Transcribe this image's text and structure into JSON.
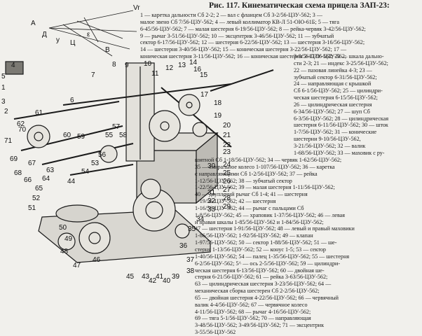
{
  "figure": {
    "title": "Рис. 117. Кинематическая схема прицела ЗАП-23:",
    "legend_full": [
      "1 — каретка дальности Сб 2-2; 2 — вал с фланцем Сб 3-2/56-ЦЗУ-562; 3 —",
      "малое звено Сб 7/56-ЦЗУ-562; 4 — левый коллиматор КВ-Л 51-ОЮ-61Б; 5 — тяга",
      "6-45/56-ЦЗУ-562; 7 — малая шестерня 6-19/56-ЦЗУ-562; 8 — рейка-червяк 3-42/56-ЦЗУ-562;",
      "9 — рычаг 3-51/56-ЦЗУ-562; 10 — эксцентрик 3-46/56-ЦЗУ-562; 11 — зубчатый",
      "сектор 6-17/56-ЦЗУ-562; 12 — шестерня 6-22/56-ЦЗУ-562; 13 — шестерня 3-16/56-ЦЗУ-562;",
      "14 — шестерня 3-40/56-ЦЗУ-562; 15 — коническая шестерня 3-22/56-ЦЗУ-562; 17 —",
      "коническая шестерня 3-11/56-ЦЗУ-562; 16 — коническая шестерня 3-17/56-ЦЗУ-562;"
    ],
    "legend_right": [
      "3-9/56-ЦЗУ-562; 20 — шкала дально-",
      "сти 2-3; 21 — индекс 3-25/56-ЦЗУ-562;",
      "22 — пазовая линейка 4-3; 23 —",
      "зубчатый сектор 6-31/56-ЦЗУ-562;",
      "24 — направляющая с крышкой",
      "Сб 6-1/56-ЦЗУ-562; 25 — цилиндри-",
      "ческая шестерня 6-15/56-ЦЗУ-562;",
      "26 — цилиндрическая шестерня",
      "6-34/56-ЦЗУ-562; 27 — шуп Сб",
      "6-3/56-ЦЗУ-562; 28 — цилиндрическая",
      "шестерня 6-11/56-ЦЗУ-562; 30 — шток",
      "1-7/56-ЦЗУ-562; 31 — конические",
      "шестерни 9-10/56-ЦЗУ-562,",
      "3-21/56-ЦЗУ-562; 32 — валик",
      "1-68/56-ЦЗУ-562; 33 — маховик с ру-"
    ],
    "legend_bottom": [
      "коятной Сб 1-18/56-ЦЗУ-562; 34 — червяк 1-62/56-ЦЗУ-562;",
      "35 — спиральное колесо 1-107/56-ЦЗУ-562; 36 — каретка",
      "с направляющими Сб 1-2/56-ЦЗУ-562; 37 — рейка",
      "1-12/56-ЦЗУ-562; 38 — зубчатый сектор",
      "1-22/56-ЦЗУ-562; 39 — малая шестерня 1-11/56-ЦЗУ-562;",
      "40 — двуплечий рычаг Сб 1-4; 41 — шестерня",
      "1-19/56-ЦЗУ-562; 42 — шестерня",
      "1-16/56-ЦЗУ-562; 44 — рычаг с пальцами Сб",
      "1-8/56-ЦЗУ-562; 45 — храповик 1-37/56-ЦЗУ-562; 46 — левая",
      "и правая шкалы 1-85/56-ЦЗУ-562 и 1-84/56-ЦЗУ-562;",
      "47 — шестерня 1-91/56-ЦЗУ-562; 48 — левый и правый маховики",
      "1-86/56-ЦЗУ-562; 1-92/56-ЦЗУ-562; 49 — клапан",
      "1-97/56-ЦЗУ-562; 50 — сектор 1-88/56-ЦЗУ-562; 51 — ше-",
      "стерня 1-13/56-ЦЗУ-562; 52 — конус 1-5; 53 — сектор",
      "1-40/56-ЦЗУ-562; 54 — палец 1-35/56-ЦЗУ-562; 55 — шестерня",
      "6-2/56-ЦЗУ-562; 5^ — ось 2-5/56-ЦЗУ-562; 59 — цилиндри-",
      "ческая шестерня 6-13/56-ЦЗУ-562; 60 — двойная ше-",
      "стерня 6-21/56-ЦЗУ-562; 61 — рейка 3-63/56-ЦЗУ-562;",
      "63 — цилиндрическая шестерня 3-23/56-ЦЗУ-562; 64 —",
      "механическая сборка шестерен Сб 2-2/56-ЦЗУ-562;",
      "65 — двойная шестерня 4-22/56-ЦЗУ-562; 66 — червячный",
      "валик 4-4/56-ЦЗУ-562; 67 — червячное колесо",
      "4-11/56-ЦЗУ-562; 68 — рычаг 4-16/56-ЦЗУ-562;",
      "69 — тяга 5-1/56-ЦЗУ-562; 70 — направляющая",
      "3-48/56-ЦЗУ-562; 3-49/56-ЦЗУ-562; 71 — эксцентрик",
      "3-55/56-ЦЗУ-562"
    ],
    "callouts": [
      "1",
      "2",
      "3",
      "4",
      "5",
      "6",
      "7",
      "8",
      "9",
      "10",
      "11",
      "12",
      "13",
      "14",
      "15",
      "16",
      "17",
      "18",
      "19",
      "20",
      "21",
      "22",
      "23",
      "24",
      "25",
      "26",
      "27",
      "28",
      "29",
      "30",
      "31",
      "32",
      "33",
      "34",
      "35",
      "36",
      "37",
      "38",
      "39",
      "40",
      "41",
      "42",
      "43",
      "44",
      "45",
      "46",
      "47",
      "48",
      "49",
      "50",
      "51",
      "52",
      "53",
      "54",
      "55",
      "56",
      "57",
      "58",
      "59",
      "60",
      "61",
      "62",
      "63",
      "64",
      "65",
      "66",
      "67",
      "68",
      "69",
      "70",
      "71"
    ],
    "letters": [
      "A",
      "B",
      "Д",
      "ε",
      "Vr",
      "Ц",
      "y"
    ]
  }
}
